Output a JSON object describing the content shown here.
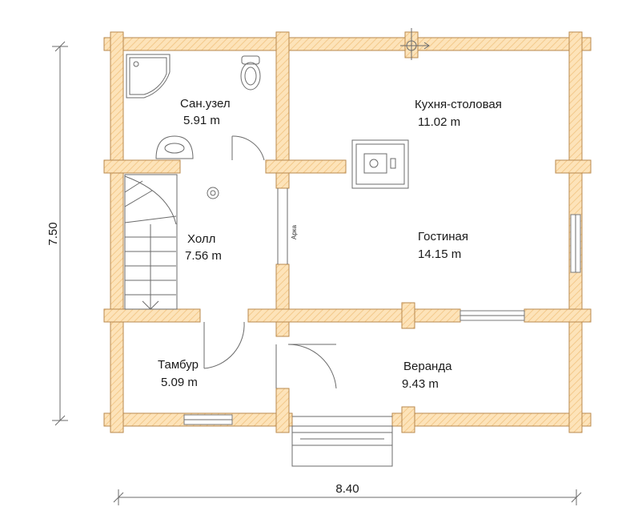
{
  "rooms": [
    {
      "id": "bathroom",
      "name": "Сан.узел",
      "area": "5.91 m"
    },
    {
      "id": "kitchen",
      "name": "Кухня-столовая",
      "area": "11.02 m"
    },
    {
      "id": "living",
      "name": "Гостиная",
      "area": "14.15 m"
    },
    {
      "id": "hall",
      "name": "Холл",
      "area": "7.56 m"
    },
    {
      "id": "vestibule",
      "name": "Тамбур",
      "area": "5.09 m"
    },
    {
      "id": "veranda",
      "name": "Веранда",
      "area": "9.43 m"
    }
  ],
  "dimensions": {
    "height": "7.50",
    "width": "8.40"
  },
  "annotations": {
    "partition": "Арка"
  },
  "colors": {
    "wall_fill": "#fde3b9",
    "wall_stroke": "#b98a4e",
    "line": "#6b6b6b"
  }
}
